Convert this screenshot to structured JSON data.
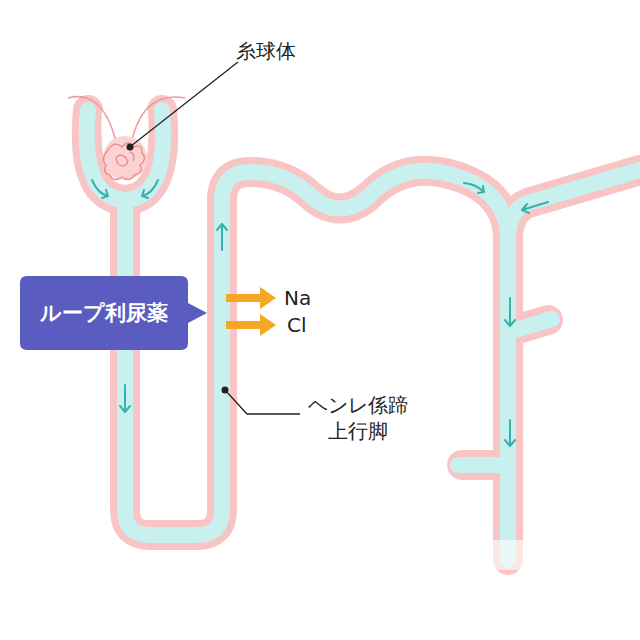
{
  "diagram": {
    "nodes": [
      {
        "text": [
          "ループ利尿薬"
        ]
      }
    ],
    "labels": [
      "糸球体",
      "Na",
      "Cl",
      "ヘンレ係蹄 上行脚"
    ]
  }
}
